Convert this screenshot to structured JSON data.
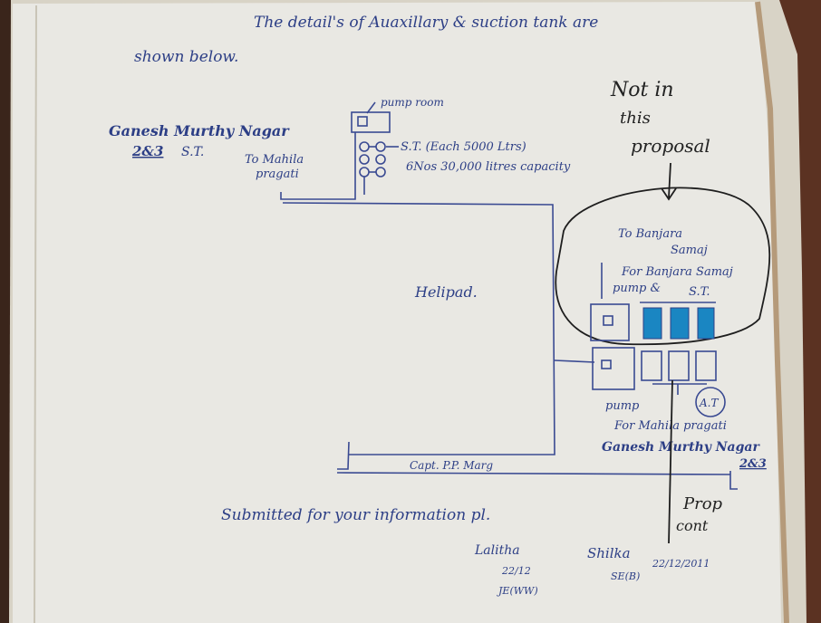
{
  "title_line1": "The detail's of Auaxillary & suction tank are",
  "title_line2": "shown below.",
  "left_place": "Ganesh Murthy Nagar",
  "left_place_sub": "2&3",
  "left_st": "S.T.",
  "to_mahila": "To Mahila",
  "pragati": "pragati",
  "pump_room": "pump room",
  "st_each": "S.T. (Each 5000 Ltrs)",
  "capacity": "6Nos 30,000 litres capacity",
  "not_in": "Not in",
  "this_word": "this",
  "proposal": "proposal",
  "to_banjara": "To Banjara",
  "samaj": "Samaj",
  "for_banjara": "For Banjara Samaj",
  "pump_and": "pump &",
  "st2": "S.T.",
  "helipad": "Helipad.",
  "pump": "pump",
  "at": "A.T",
  "for_mahila": "For Mahila pragati",
  "ganesh2": "Ganesh Murthy Nagar",
  "ganesh2_sub": "2&3",
  "road": "Capt. P.P. Marg",
  "submitted": "Submitted for your information pl.",
  "prop": "Prop",
  "cont": "cont",
  "sig1_name": "Lalitha",
  "sig1_date": "22/12",
  "sig1_title": "JE(WW)",
  "sig2_name": "Shilka",
  "sig2_date": "22/12/2011",
  "sig2_title": "SE(B)",
  "colors": {
    "ink_blue": "#2d3f86",
    "ink_black": "#1e1e1e",
    "tank_blue": "#1a86c2",
    "paper": "#ecebe6"
  }
}
